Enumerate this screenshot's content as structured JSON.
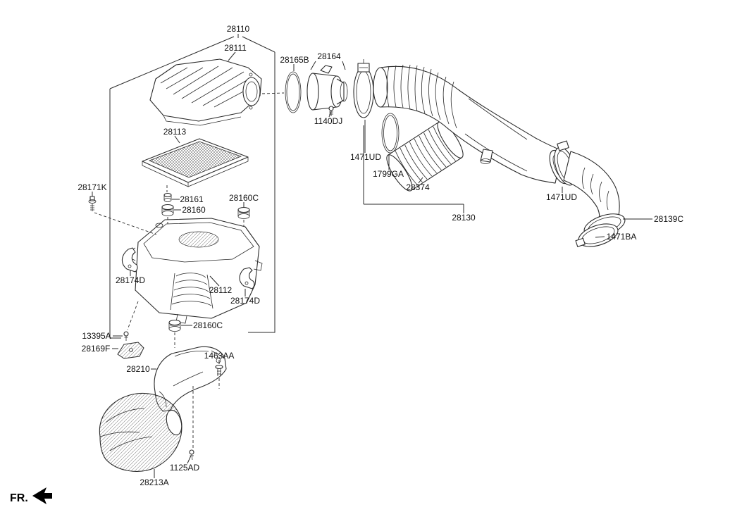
{
  "page": {
    "fr_marker": "FR."
  },
  "labels": {
    "a28110": "28110",
    "a28111": "28111",
    "a28165B": "28165B",
    "a28164": "28164",
    "a1140DJ": "1140DJ",
    "a28113": "28113",
    "a28171K": "28171K",
    "a28161": "28161",
    "a28160": "28160",
    "a28160C_upper": "28160C",
    "a28160C_lower": "28160C",
    "a28174D_left": "28174D",
    "a28174D_right": "28174D",
    "a28112": "28112",
    "a13395A": "13395A",
    "a28169F": "28169F",
    "a28210": "28210",
    "a1463AA": "1463AA",
    "a1125AD": "1125AD",
    "a28213A": "28213A",
    "a1471UD_left": "1471UD",
    "a1799GA": "1799GA",
    "a28374": "28374",
    "a28130": "28130",
    "a1471UD_right": "1471UD",
    "a28139C": "28139C",
    "a1471BA": "1471BA"
  }
}
